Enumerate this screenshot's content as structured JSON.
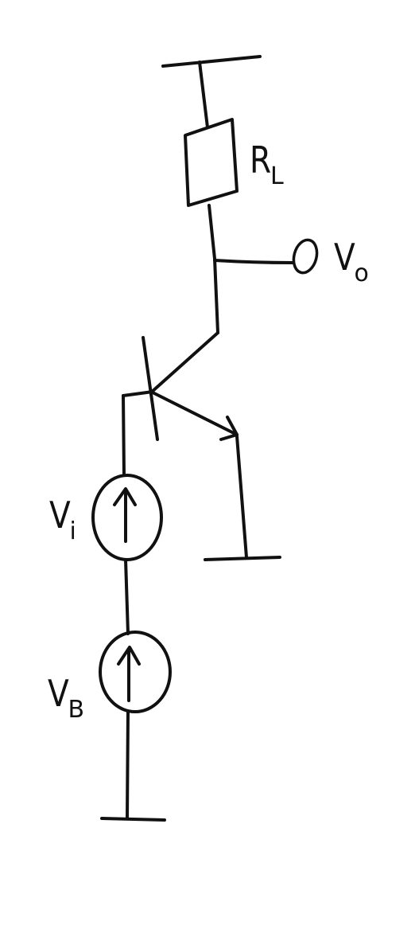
{
  "labels": {
    "load_resistor": {
      "main": "R",
      "sub": "L"
    },
    "output": {
      "main": "V",
      "sub": "o"
    },
    "input_source": {
      "main": "V",
      "sub": "i"
    },
    "bias_source": {
      "main": "V",
      "sub": "B"
    }
  }
}
